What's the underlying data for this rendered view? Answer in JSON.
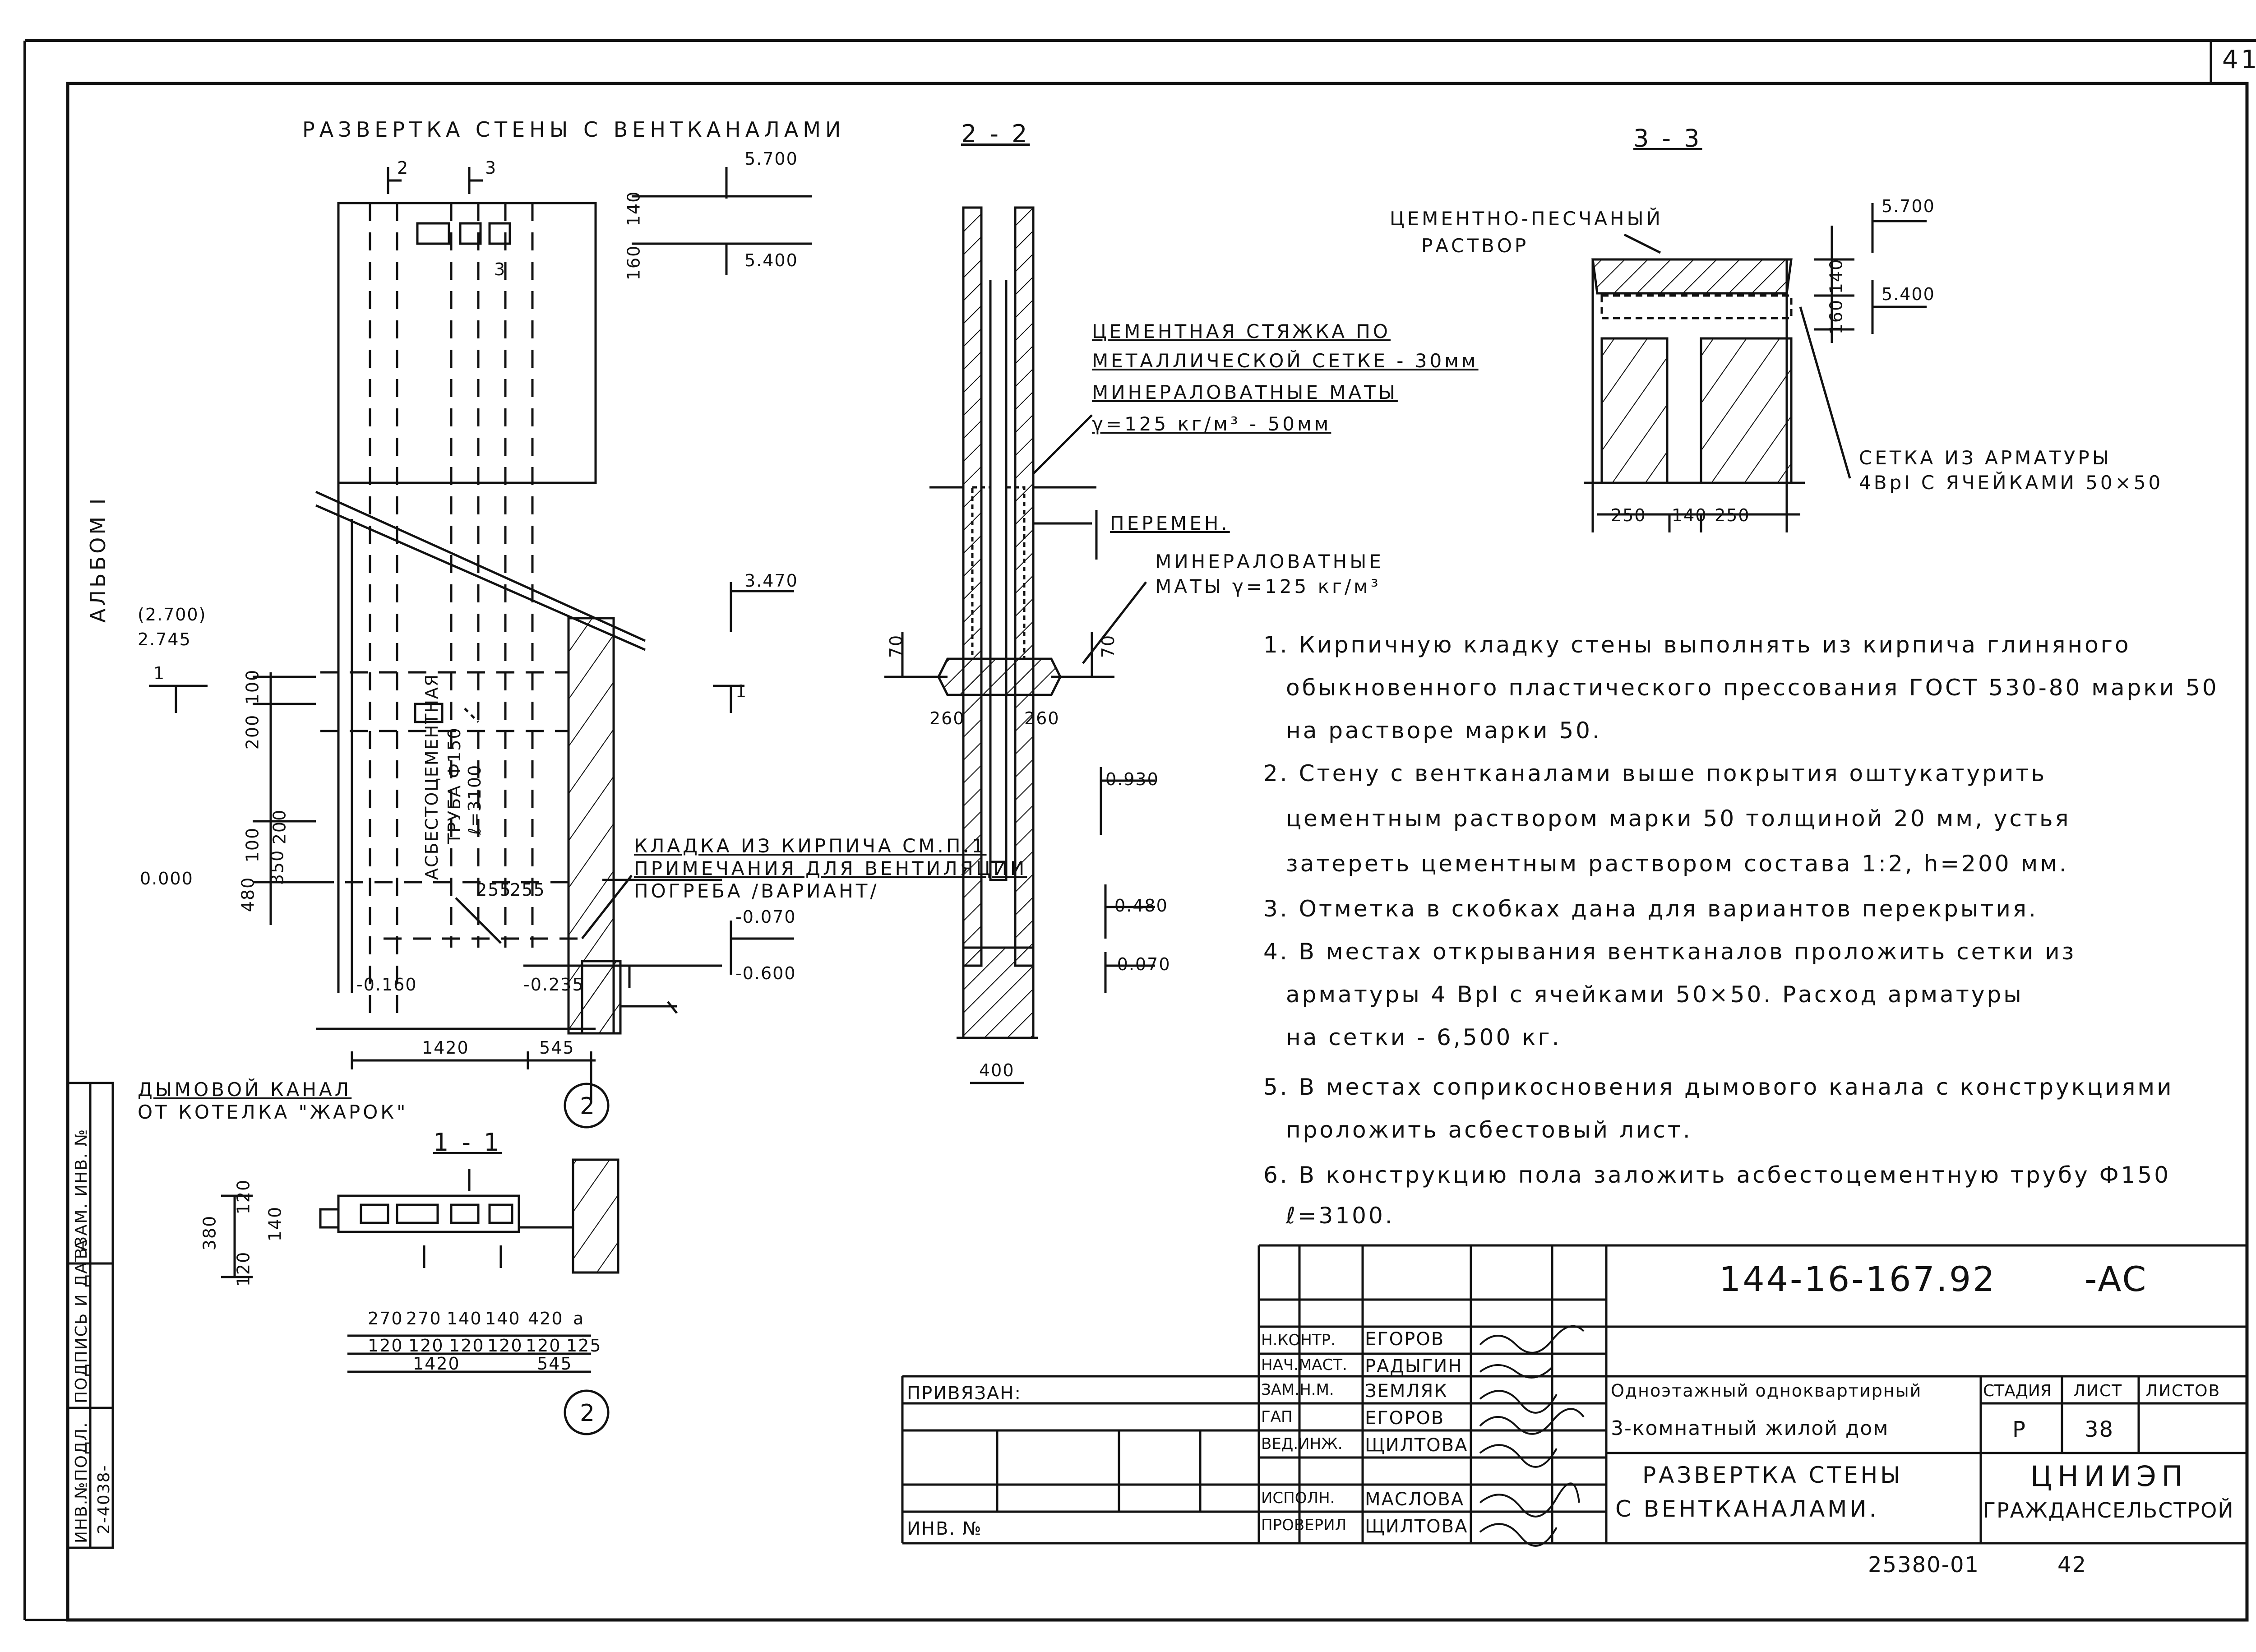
{
  "sheet_corner": "41",
  "main_title": "РАЗВЕРТКА СТЕНЫ С ВЕНТКАНАЛАМИ",
  "album": "АЛЬБОМ I",
  "section_2_2": "2 - 2",
  "section_3_3": "3 - 3",
  "section_1_1": "1 - 1",
  "cut_marks": {
    "c2": "2",
    "c3": "3",
    "c3b": "3",
    "c1_left": "1",
    "c1_right": "1"
  },
  "elevations": {
    "e5700": "5.700",
    "e5400": "5.400",
    "e3470": "3.470",
    "e2700": "(2.700)",
    "e2745": "2.745",
    "e0000": "0.000",
    "e_0070": "-0.070",
    "e_0600": "-0.600",
    "e_0160": "-0.160",
    "e_0235": "-0.235",
    "e0930": "0.930",
    "e0480": "0.480",
    "e_0070b": "-0.070",
    "e3_5700": "5.700",
    "e3_5400": "5.400"
  },
  "dims_elevation": {
    "d140": "140",
    "d160": "160",
    "d200a": "200",
    "d100a": "100",
    "d100b": "100",
    "d200b": "200",
    "d480": "480",
    "d350": "350",
    "d255a": "255",
    "d255b": "255",
    "d1420": "1420",
    "d545": "545"
  },
  "dims_section_2_2": {
    "d70a": "70",
    "d70b": "70",
    "d260a": "260",
    "d260b": "260",
    "d400": "400"
  },
  "dims_section_3_3": {
    "d140": "140",
    "d160": "160",
    "d250a": "250",
    "d140b": "140",
    "d250b": "250"
  },
  "dims_section_1_1": {
    "d120a": "120",
    "d140": "140",
    "d380": "380",
    "d120b": "120",
    "top": [
      "270",
      "270",
      "140",
      "140",
      "420",
      "a"
    ],
    "bottom": [
      "120",
      "120",
      "120",
      "120",
      "120",
      "125"
    ],
    "total1": "1420",
    "total2": "545"
  },
  "circle_labels": {
    "c_a": "2",
    "c_b": "2"
  },
  "labels": {
    "screed_1": "ЦЕМЕНТНАЯ СТЯЖКА ПО",
    "screed_2": "МЕТАЛЛИЧЕСКОЙ СЕТКЕ - 30мм",
    "screed_3": "МИНЕРАЛОВАТНЫЕ МАТЫ",
    "screed_4": "γ=125 кг/м³     - 50мм",
    "peremen": "ПЕРЕМЕН.",
    "minmats_1": "МИНЕРАЛОВАТНЫЕ",
    "minmats_2": "МАТЫ γ=125 кг/м³",
    "cement_sand_1": "ЦЕМЕНТНО-ПЕСЧАНЫЙ",
    "cement_sand_2": "РАСТВОР",
    "mesh_1": "СЕТКА ИЗ АРМАТУРЫ",
    "mesh_2": "4ВрI С ЯЧЕЙКАМИ 50×50",
    "kladka_1": "КЛАДКА ИЗ КИРПИЧА СМ.П.1",
    "kladka_2": "ПРИМЕЧАНИЯ ДЛЯ ВЕНТИЛЯЦИИ",
    "kladka_3": "ПОГРЕБА /ВАРИАНТ/",
    "pipe_1": "АСБЕСТОЦЕМЕНТНАЯ",
    "pipe_2": "ТРУБА Ф150",
    "pipe_3": "ℓ=3100",
    "smoke_1": "ДЫМОВОЙ КАНАЛ",
    "smoke_2": "ОТ КОТЕЛКА \"ЖАРОК\""
  },
  "notes": [
    "1. Кирпичную кладку стены выполнять из кирпича глиняного",
    "обыкновенного пластического прессования ГОСТ 530-80 марки 50",
    "на растворе марки 50.",
    "2. Стену с вентканалами выше покрытия оштукатурить",
    "цементным раствором марки 50 толщиной 20 мм, устья",
    "затереть цементным раствором состава 1:2, h=200 мм.",
    "3. Отметка в скобках дана для вариантов перекрытия.",
    "4. В местах открывания вентканалов проложить сетки из",
    "арматуры 4 ВрI с ячейками 50×50. Расход арматуры",
    "на сетки - 6,500 кг.",
    "5. В местах соприкосновения дымового канала с конструкциями",
    "проложить асбестовый лист.",
    "6. В конструкцию пола заложить асбестоцементную трубу Ф150",
    "ℓ=3100."
  ],
  "side_stamp": {
    "col1": "ИНВ.№ПОДЛ.",
    "col1v": "2-4038-",
    "col2": "ПОДПИСЬ И ДАТА",
    "col3": "ВЗАМ. ИНВ. №"
  },
  "title_block": {
    "doc_code": "144-16-167.92",
    "doc_suffix": "-АС",
    "privyazan": "ПРИВЯЗАН:",
    "inv_no": "ИНВ. №",
    "roles": [
      {
        "role": "Н.КОНТР.",
        "name": "ЕГОРОВ"
      },
      {
        "role": "НАЧ.МАСТ.",
        "name": "РАДЫГИН"
      },
      {
        "role": "ЗАМ.Н.М.",
        "name": "ЗЕМЛЯК"
      },
      {
        "role": "ГАП",
        "name": "ЕГОРОВ"
      },
      {
        "role": "ВЕД.ИНЖ.",
        "name": "ЩИЛТОВА"
      },
      {
        "role": "ИСПОЛН.",
        "name": "МАСЛОВА"
      },
      {
        "role": "ПРОВЕРИЛ",
        "name": "ЩИЛТОВА"
      }
    ],
    "project_1": "Одноэтажный одноквартирный",
    "project_2": "3-комнатный жилой дом",
    "sheet_title_1": "РАЗВЕРТКА СТЕНЫ",
    "sheet_title_2": "С ВЕНТКАНАЛАМИ.",
    "stage_h": "СТАДИЯ",
    "sheet_h": "ЛИСТ",
    "sheets_h": "ЛИСТОВ",
    "stage": "Р",
    "sheet": "38",
    "sheets": "",
    "org_1": "ЦНИИЭП",
    "org_2": "ГРАЖДАНСЕЛЬСТРОЙ"
  },
  "footer_left": "25380-01",
  "footer_right": "42"
}
